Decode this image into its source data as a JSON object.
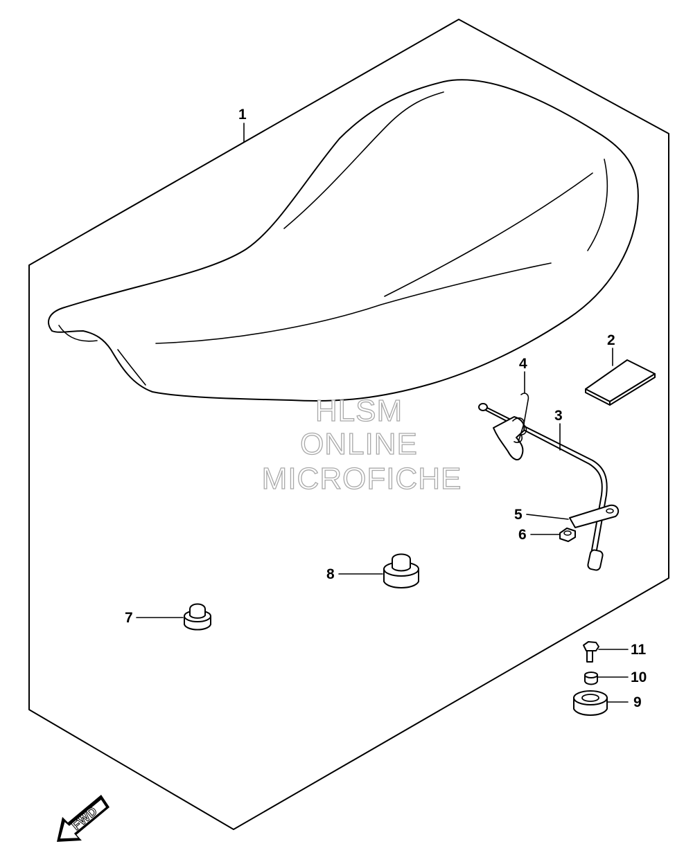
{
  "callouts": [
    {
      "id": "1",
      "label": "1"
    },
    {
      "id": "2",
      "label": "2"
    },
    {
      "id": "3",
      "label": "3"
    },
    {
      "id": "4",
      "label": "4"
    },
    {
      "id": "5",
      "label": "5"
    },
    {
      "id": "6",
      "label": "6"
    },
    {
      "id": "7",
      "label": "7"
    },
    {
      "id": "8",
      "label": "8"
    },
    {
      "id": "9",
      "label": "9"
    },
    {
      "id": "10",
      "label": "10"
    },
    {
      "id": "11",
      "label": "11"
    }
  ],
  "watermark": {
    "line1": "HLSM",
    "line2": "ONLINE",
    "line3": "MICROFICHE"
  },
  "direction_arrow": {
    "label": "FWD"
  }
}
